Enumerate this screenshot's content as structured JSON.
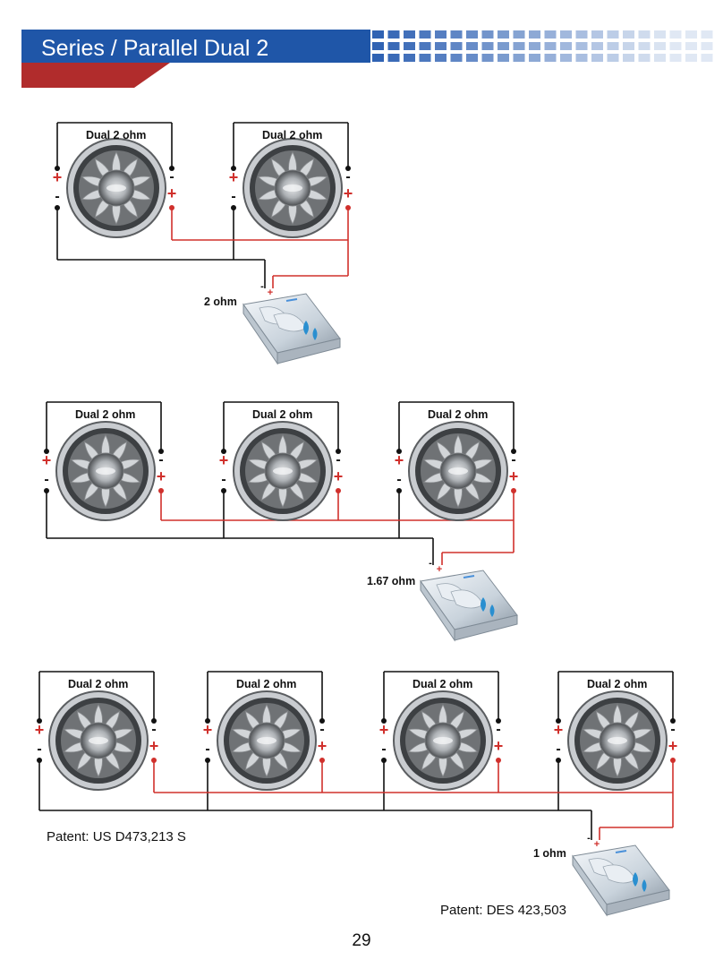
{
  "header": {
    "title": "Series / Parallel Dual 2",
    "colors": {
      "blue": "#1f56a8",
      "red": "#b12c2c",
      "tile": "#2f62b3"
    }
  },
  "wiring": {
    "negative_color": "#111111",
    "positive_color": "#d0302c"
  },
  "configurations": [
    {
      "speakers": [
        {
          "label": "Dual 2 ohm"
        },
        {
          "label": "Dual 2 ohm"
        }
      ],
      "amplifier": {
        "impedance_label": "2 ohm"
      }
    },
    {
      "speakers": [
        {
          "label": "Dual 2 ohm"
        },
        {
          "label": "Dual 2 ohm"
        },
        {
          "label": "Dual 2 ohm"
        }
      ],
      "amplifier": {
        "impedance_label": "1.67 ohm"
      }
    },
    {
      "speakers": [
        {
          "label": "Dual 2 ohm"
        },
        {
          "label": "Dual 2 ohm"
        },
        {
          "label": "Dual 2 ohm"
        },
        {
          "label": "Dual 2 ohm"
        }
      ],
      "amplifier": {
        "impedance_label": "1 ohm"
      }
    }
  ],
  "terminal_symbols": {
    "plus": "+",
    "minus": "-"
  },
  "patents": {
    "speaker": "Patent: US D473,213 S",
    "amplifier": "Patent: DES 423,503"
  },
  "page_number": "29",
  "icons": {
    "speaker": "subwoofer-icon",
    "amplifier": "amplifier-icon"
  }
}
